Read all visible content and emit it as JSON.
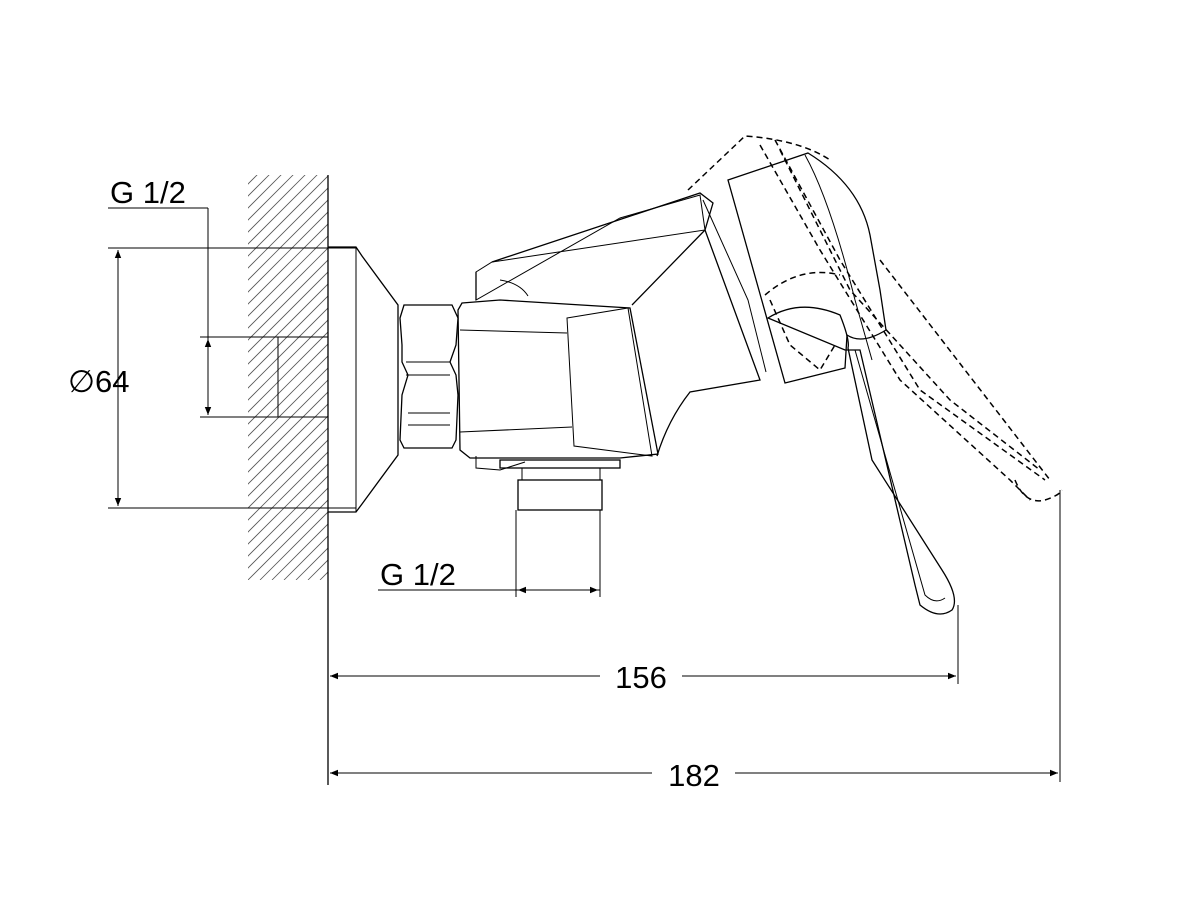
{
  "drawing": {
    "thread_inlet_label": "G 1/2",
    "thread_outlet_label": "G 1/2",
    "flange_diameter_label": "∅64",
    "length_lever_down_label": "156",
    "length_lever_up_label": "182"
  },
  "colors": {
    "line": "#000000",
    "background": "#ffffff"
  }
}
